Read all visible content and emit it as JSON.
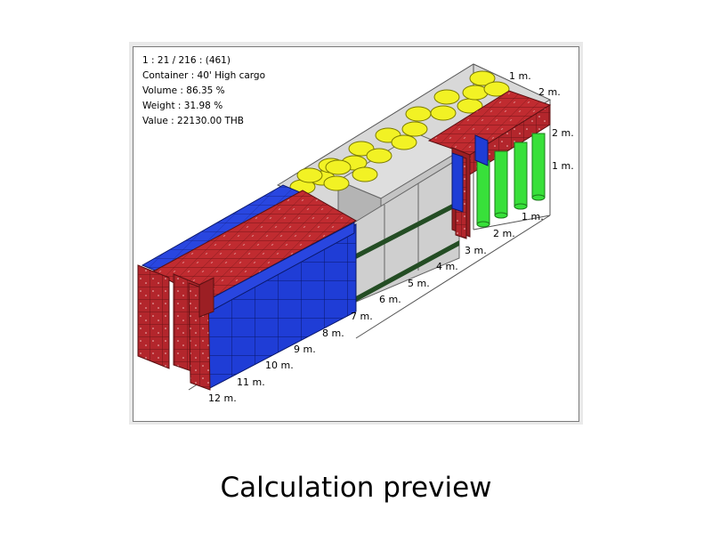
{
  "info": {
    "line1": "1 : 21 / 216 : (461)",
    "container": "Container : 40' High cargo",
    "volume": "Volume : 86.35 %",
    "weight": "Weight : 31.98 %",
    "value": "Value : 22130.00 THB"
  },
  "dimensions": {
    "length_labels": [
      "1 m.",
      "2 m.",
      "3 m.",
      "4 m.",
      "5 m.",
      "6 m.",
      "7 m.",
      "8 m.",
      "9 m.",
      "10 m.",
      "11 m.",
      "12 m."
    ],
    "width_labels": [
      "1 m.",
      "2 m."
    ],
    "height_labels": [
      "1 m.",
      "2 m."
    ]
  },
  "caption": "Calculation preview",
  "colors": {
    "blue": "#1f3dd6",
    "red": "#b3262c",
    "yellow": "#f2f224",
    "green": "#38e03a",
    "grey": "#c8c8c8",
    "dark_green": "#244d24"
  }
}
